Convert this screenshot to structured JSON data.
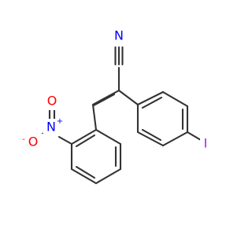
{
  "molecule": {
    "atoms": {
      "nitrile_n": {
        "symbol": "N",
        "color": "#0000ff"
      },
      "iodine": {
        "symbol": "I",
        "color": "#a020f0"
      },
      "nitro_n": {
        "symbol": "N",
        "color": "#0000ff",
        "charge": "+"
      },
      "nitro_o_double": {
        "symbol": "O",
        "color": "#ff0000"
      },
      "nitro_o_single": {
        "symbol": "O",
        "color": "#ff0000",
        "charge": "-"
      }
    },
    "carbon_color": "#333333"
  }
}
